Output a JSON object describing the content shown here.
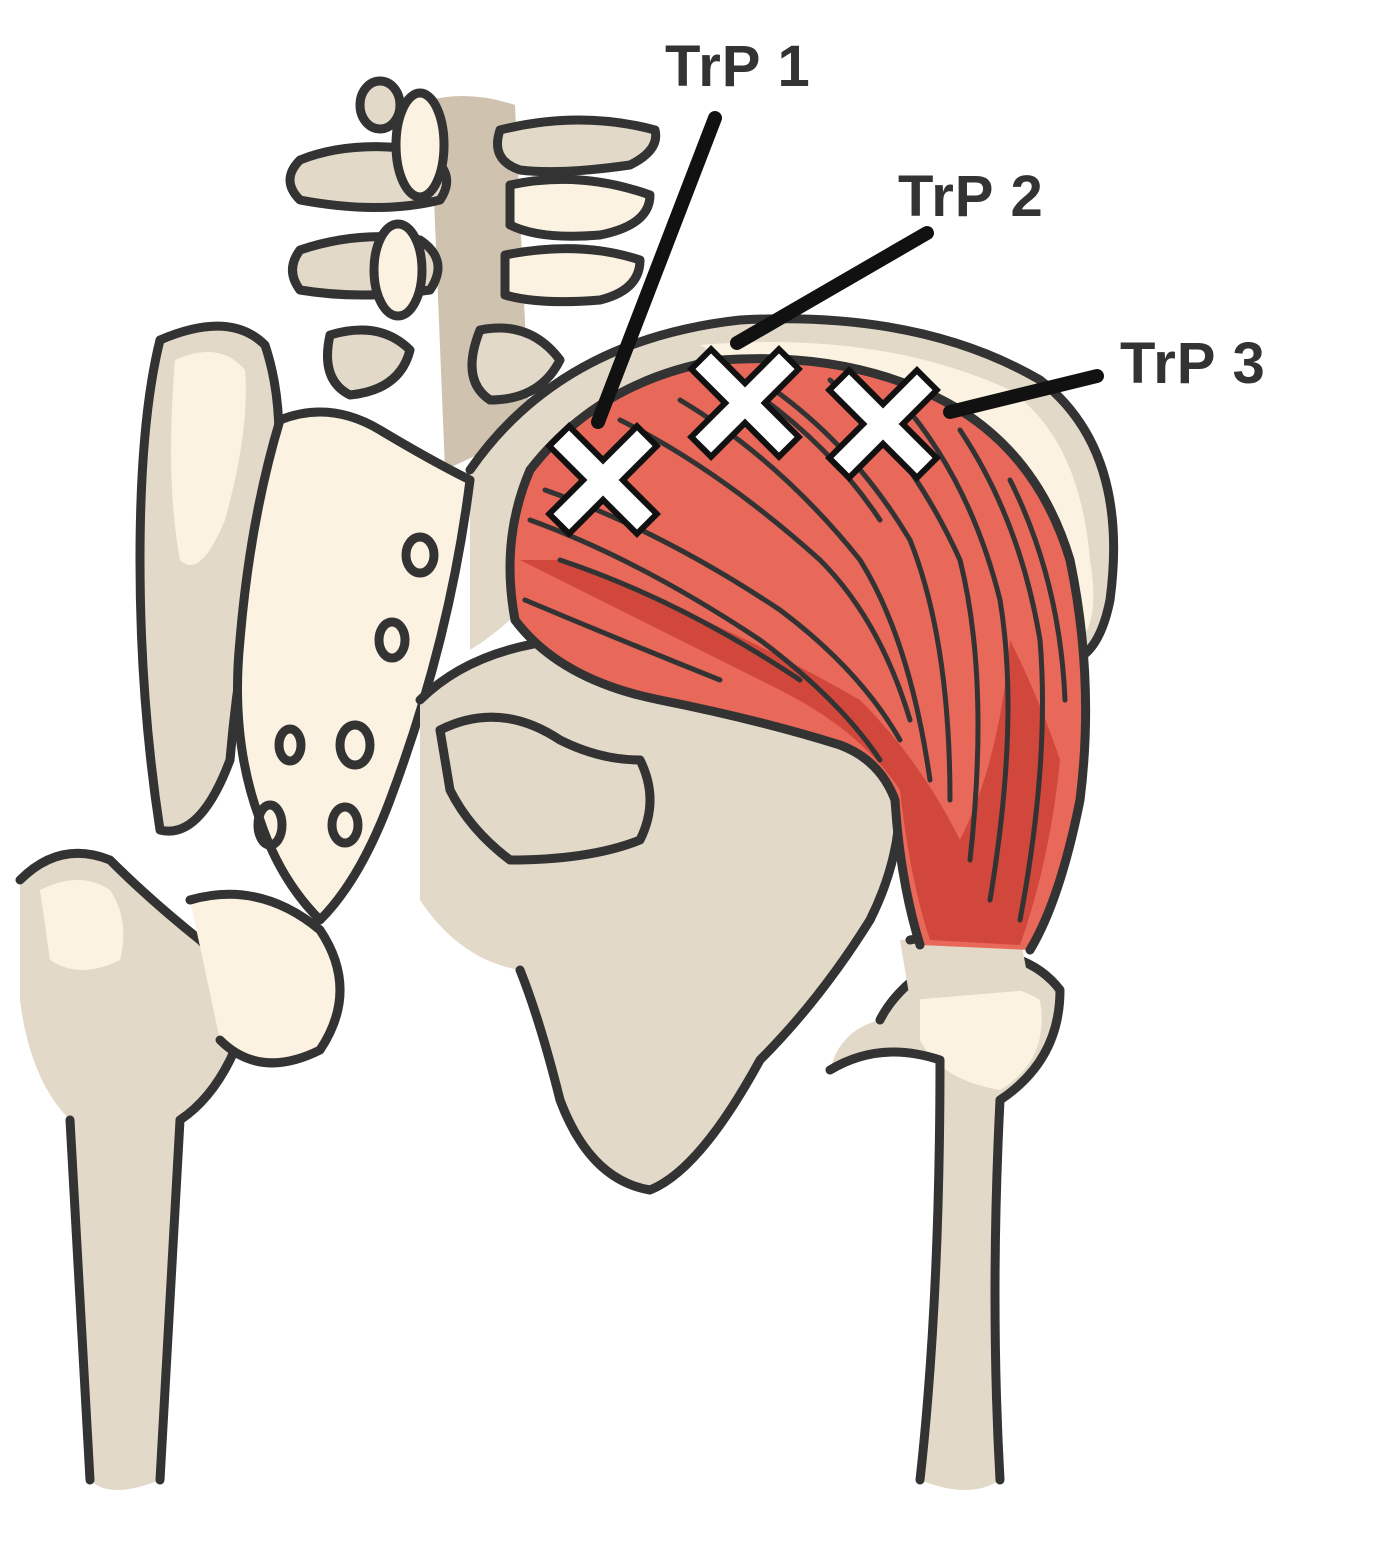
{
  "figure": {
    "subject": "Pelvis posterior view with gluteus medius muscle",
    "colors": {
      "outline": "#333333",
      "bone_base": "#e2d9c8",
      "bone_highlight": "#fbf2e2",
      "bone_shadow": "#cfc3b0",
      "muscle": "#e8685a",
      "muscle_shadow": "#c8392d",
      "marker_fill": "#ffffff",
      "leader_line": "#111111",
      "label_text": "#333333"
    }
  },
  "labels": [
    {
      "id": "trp1",
      "text": "TrP 1"
    },
    {
      "id": "trp2",
      "text": "TrP 2"
    },
    {
      "id": "trp3",
      "text": "TrP 3"
    }
  ],
  "markers": [
    {
      "id": "trp1",
      "icon": "x-marker-icon"
    },
    {
      "id": "trp2",
      "icon": "x-marker-icon"
    },
    {
      "id": "trp3",
      "icon": "x-marker-icon"
    }
  ]
}
